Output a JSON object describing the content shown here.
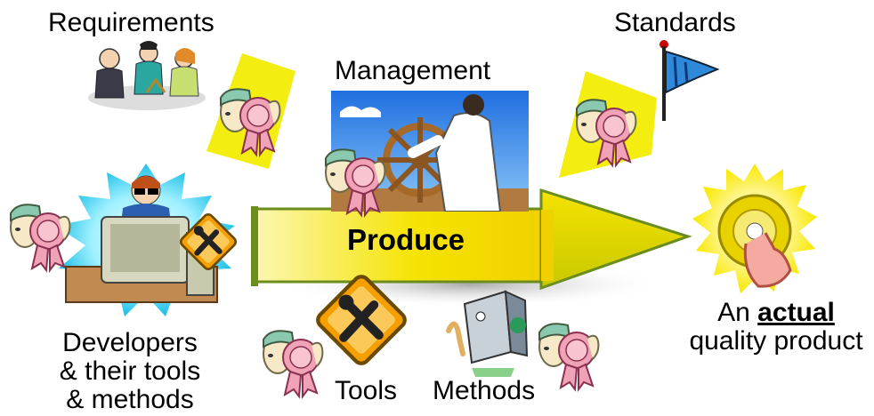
{
  "labels": {
    "requirements": "Requirements",
    "standards": "Standards",
    "management": "Management",
    "produce": "Produce",
    "developers_line1": "Developers",
    "developers_line2": "& their tools",
    "developers_line3": "& methods",
    "tools": "Tools",
    "methods": "Methods",
    "product_prefix": "An ",
    "product_emphasis": "actual",
    "product_line2": "quality product"
  },
  "colors": {
    "arrow_yellow": "#f5e300",
    "arrow_green": "#6a8d1d",
    "sky": "#3f8ce8",
    "ribbon": "#f0a3b6",
    "sign_orange": "#f5a000",
    "starburst": "#34d2f0",
    "flag_blue": "#2f88d8"
  },
  "icons": [
    "inspector-ribbon-icon",
    "meeting-people-icon",
    "flag-icon",
    "ship-wheel-captain-icon",
    "developer-computer-icon",
    "tools-sign-icon",
    "book-reader-icon",
    "cd-disc-icon"
  ]
}
